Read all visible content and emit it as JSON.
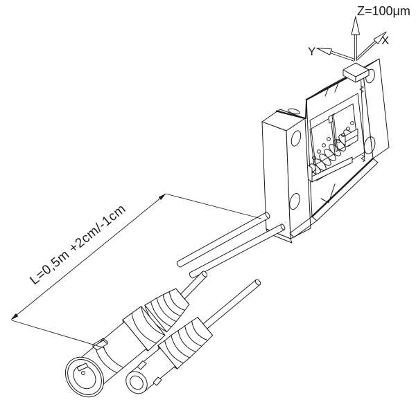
{
  "diagram": {
    "type": "technical-line-drawing",
    "background_color": "#ffffff",
    "line_color": "#1b1b1b",
    "labels": {
      "z_axis": "Z=100μm",
      "x_axis": "X",
      "y_axis": "Y",
      "cable_length_dimension": "L=0,5m +2cm/-1cm"
    },
    "components": {
      "stage": "flexure-positioning-stage",
      "axes": "coordinate-axes-triad",
      "tubes": "fiber-guide-tubes",
      "connector_front": "fiber-connector-large",
      "connector_rear": "fiber-connector-small",
      "dimension": "length-dimension-line"
    }
  }
}
